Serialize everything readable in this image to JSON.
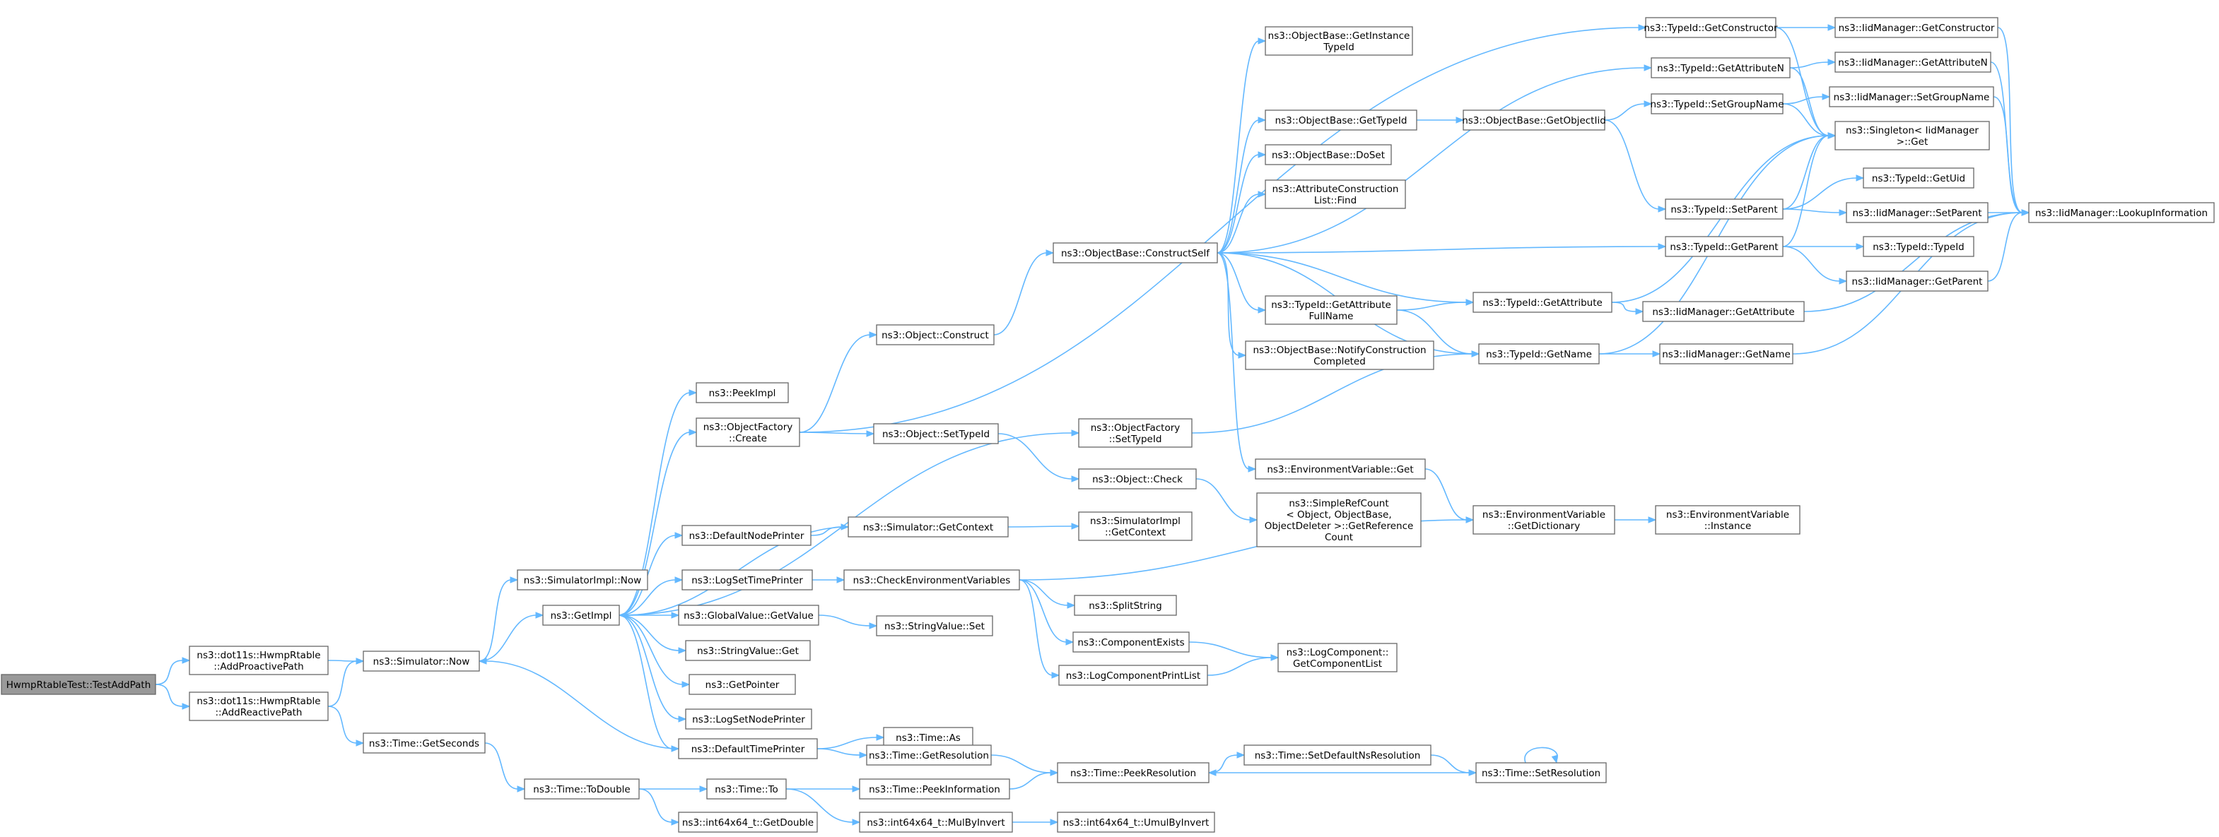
{
  "colors": {
    "edge": "#63b8ff",
    "node_border": "#666666",
    "root_fill": "#999999",
    "background": "#ffffff"
  },
  "nodes": [
    {
      "id": "n0",
      "lines": [
        "HwmpRtableTest::TestAddPath"
      ],
      "root": true
    },
    {
      "id": "n1",
      "lines": [
        "ns3::dot11s::HwmpRtable",
        "::AddProactivePath"
      ]
    },
    {
      "id": "n2",
      "lines": [
        "ns3::dot11s::HwmpRtable",
        "::AddReactivePath"
      ]
    },
    {
      "id": "n3",
      "lines": [
        "ns3::Simulator::Now"
      ]
    },
    {
      "id": "n4",
      "lines": [
        "ns3::Time::GetSeconds"
      ]
    },
    {
      "id": "n5",
      "lines": [
        "ns3::SimulatorImpl::Now"
      ]
    },
    {
      "id": "n6",
      "lines": [
        "ns3::GetImpl"
      ]
    },
    {
      "id": "n7",
      "lines": [
        "ns3::Time::ToDouble"
      ]
    },
    {
      "id": "n8",
      "lines": [
        "ns3::Time::To"
      ]
    },
    {
      "id": "n9",
      "lines": [
        "ns3::int64x64_t::GetDouble"
      ]
    },
    {
      "id": "n10",
      "lines": [
        "ns3::PeekImpl"
      ]
    },
    {
      "id": "n11",
      "lines": [
        "ns3::ObjectFactory",
        "::Create"
      ]
    },
    {
      "id": "n12",
      "lines": [
        "ns3::DefaultNodePrinter"
      ]
    },
    {
      "id": "n13",
      "lines": [
        "ns3::LogSetTimePrinter"
      ]
    },
    {
      "id": "n14",
      "lines": [
        "ns3::GlobalValue::GetValue"
      ]
    },
    {
      "id": "n15",
      "lines": [
        "ns3::StringValue::Get"
      ]
    },
    {
      "id": "n16",
      "lines": [
        "ns3::GetPointer"
      ]
    },
    {
      "id": "n17",
      "lines": [
        "ns3::LogSetNodePrinter"
      ]
    },
    {
      "id": "n18",
      "lines": [
        "ns3::DefaultTimePrinter"
      ]
    },
    {
      "id": "n19",
      "lines": [
        "ns3::Object::Construct"
      ]
    },
    {
      "id": "n20",
      "lines": [
        "ns3::Object::SetTypeId"
      ]
    },
    {
      "id": "n21",
      "lines": [
        "ns3::Simulator::GetContext"
      ]
    },
    {
      "id": "n22",
      "lines": [
        "ns3::CheckEnvironmentVariables"
      ]
    },
    {
      "id": "n23",
      "lines": [
        "ns3::StringValue::Set"
      ]
    },
    {
      "id": "n24",
      "lines": [
        "ns3::Time::As"
      ]
    },
    {
      "id": "n25",
      "lines": [
        "ns3::Time::GetResolution"
      ]
    },
    {
      "id": "n26",
      "lines": [
        "ns3::Time::PeekInformation"
      ]
    },
    {
      "id": "n27",
      "lines": [
        "ns3::int64x64_t::MulByInvert"
      ]
    },
    {
      "id": "n28",
      "lines": [
        "ns3::ObjectBase::ConstructSelf"
      ]
    },
    {
      "id": "n29",
      "lines": [
        "ns3::ObjectFactory",
        "::SetTypeId"
      ]
    },
    {
      "id": "n30",
      "lines": [
        "ns3::Object::Check"
      ]
    },
    {
      "id": "n31",
      "lines": [
        "ns3::SimulatorImpl",
        "::GetContext"
      ]
    },
    {
      "id": "n32",
      "lines": [
        "ns3::SplitString"
      ]
    },
    {
      "id": "n33",
      "lines": [
        "ns3::ComponentExists"
      ]
    },
    {
      "id": "n34",
      "lines": [
        "ns3::LogComponentPrintList"
      ]
    },
    {
      "id": "n35",
      "lines": [
        "ns3::Time::PeekResolution"
      ]
    },
    {
      "id": "n36",
      "lines": [
        "ns3::int64x64_t::UmulByInvert"
      ]
    },
    {
      "id": "n37",
      "lines": [
        "ns3::ObjectBase::GetInstance",
        "TypeId"
      ]
    },
    {
      "id": "n38",
      "lines": [
        "ns3::ObjectBase::GetTypeId"
      ]
    },
    {
      "id": "n39",
      "lines": [
        "ns3::ObjectBase::DoSet"
      ]
    },
    {
      "id": "n40",
      "lines": [
        "ns3::AttributeConstruction",
        "List::Find"
      ]
    },
    {
      "id": "n41",
      "lines": [
        "ns3::TypeId::GetAttribute",
        "FullName"
      ]
    },
    {
      "id": "n42",
      "lines": [
        "ns3::ObjectBase::NotifyConstruction",
        "Completed"
      ]
    },
    {
      "id": "n43",
      "lines": [
        "ns3::EnvironmentVariable::Get"
      ]
    },
    {
      "id": "n44",
      "lines": [
        "ns3::SimpleRefCount",
        "< Object, ObjectBase,",
        " ObjectDeleter >::GetReference",
        "Count"
      ]
    },
    {
      "id": "n45",
      "lines": [
        "ns3::LogComponent::",
        "GetComponentList"
      ]
    },
    {
      "id": "n46",
      "lines": [
        "ns3::Time::SetDefaultNsResolution"
      ]
    },
    {
      "id": "n47",
      "lines": [
        "ns3::ObjectBase::GetObjectIid"
      ]
    },
    {
      "id": "n48",
      "lines": [
        "ns3::TypeId::GetAttribute"
      ]
    },
    {
      "id": "n49",
      "lines": [
        "ns3::TypeId::GetName"
      ]
    },
    {
      "id": "n50",
      "lines": [
        "ns3::EnvironmentVariable",
        "::GetDictionary"
      ]
    },
    {
      "id": "n51",
      "lines": [
        "ns3::Time::SetResolution"
      ]
    },
    {
      "id": "n52",
      "lines": [
        "ns3::TypeId::GetConstructor"
      ]
    },
    {
      "id": "n53",
      "lines": [
        "ns3::TypeId::GetAttributeN"
      ]
    },
    {
      "id": "n54",
      "lines": [
        "ns3::TypeId::SetGroupName"
      ]
    },
    {
      "id": "n55",
      "lines": [
        "ns3::TypeId::SetParent"
      ]
    },
    {
      "id": "n56",
      "lines": [
        "ns3::TypeId::GetParent"
      ]
    },
    {
      "id": "n57",
      "lines": [
        "ns3::IidManager::GetAttribute"
      ]
    },
    {
      "id": "n58",
      "lines": [
        "ns3::IidManager::GetName"
      ]
    },
    {
      "id": "n59",
      "lines": [
        "ns3::EnvironmentVariable",
        "::Instance"
      ]
    },
    {
      "id": "n60",
      "lines": [
        "ns3::IidManager::GetConstructor"
      ]
    },
    {
      "id": "n61",
      "lines": [
        "ns3::IidManager::GetAttributeN"
      ]
    },
    {
      "id": "n62",
      "lines": [
        "ns3::IidManager::SetGroupName"
      ]
    },
    {
      "id": "n63",
      "lines": [
        "ns3::Singleton< IidManager",
        " >::Get"
      ]
    },
    {
      "id": "n64",
      "lines": [
        "ns3::TypeId::GetUid"
      ]
    },
    {
      "id": "n65",
      "lines": [
        "ns3::IidManager::SetParent"
      ]
    },
    {
      "id": "n66",
      "lines": [
        "ns3::TypeId::TypeId"
      ]
    },
    {
      "id": "n67",
      "lines": [
        "ns3::IidManager::GetParent"
      ]
    },
    {
      "id": "n68",
      "lines": [
        "ns3::IidManager::LookupInformation"
      ]
    }
  ],
  "edges": [
    [
      "n0",
      "n1"
    ],
    [
      "n0",
      "n2"
    ],
    [
      "n1",
      "n3"
    ],
    [
      "n2",
      "n3"
    ],
    [
      "n2",
      "n4"
    ],
    [
      "n3",
      "n5"
    ],
    [
      "n3",
      "n6"
    ],
    [
      "n4",
      "n7"
    ],
    [
      "n7",
      "n8"
    ],
    [
      "n7",
      "n9"
    ],
    [
      "n6",
      "n10"
    ],
    [
      "n6",
      "n11"
    ],
    [
      "n6",
      "n12"
    ],
    [
      "n6",
      "n13"
    ],
    [
      "n6",
      "n14"
    ],
    [
      "n6",
      "n15"
    ],
    [
      "n6",
      "n16"
    ],
    [
      "n6",
      "n17"
    ],
    [
      "n6",
      "n18"
    ],
    [
      "n6",
      "n29"
    ],
    [
      "n11",
      "n19"
    ],
    [
      "n11",
      "n20"
    ],
    [
      "n11",
      "n52"
    ],
    [
      "n12",
      "n21"
    ],
    [
      "n13",
      "n22"
    ],
    [
      "n14",
      "n23"
    ],
    [
      "n18",
      "n3"
    ],
    [
      "n18",
      "n24"
    ],
    [
      "n18",
      "n25"
    ],
    [
      "n8",
      "n26"
    ],
    [
      "n8",
      "n27"
    ],
    [
      "n19",
      "n28"
    ],
    [
      "n20",
      "n30"
    ],
    [
      "n21",
      "n31"
    ],
    [
      "n21",
      "n6"
    ],
    [
      "n22",
      "n32"
    ],
    [
      "n22",
      "n33"
    ],
    [
      "n22",
      "n34"
    ],
    [
      "n22",
      "n50"
    ],
    [
      "n25",
      "n35"
    ],
    [
      "n26",
      "n35"
    ],
    [
      "n27",
      "n36"
    ],
    [
      "n28",
      "n37"
    ],
    [
      "n28",
      "n38"
    ],
    [
      "n28",
      "n39"
    ],
    [
      "n28",
      "n40"
    ],
    [
      "n28",
      "n41"
    ],
    [
      "n28",
      "n42"
    ],
    [
      "n28",
      "n43"
    ],
    [
      "n28",
      "n48"
    ],
    [
      "n28",
      "n49"
    ],
    [
      "n28",
      "n53"
    ],
    [
      "n28",
      "n56"
    ],
    [
      "n29",
      "n49"
    ],
    [
      "n30",
      "n44"
    ],
    [
      "n33",
      "n45"
    ],
    [
      "n34",
      "n45"
    ],
    [
      "n35",
      "n46"
    ],
    [
      "n46",
      "n51"
    ],
    [
      "n51",
      "n35"
    ],
    [
      "n51",
      "n51"
    ],
    [
      "n38",
      "n47"
    ],
    [
      "n47",
      "n54"
    ],
    [
      "n47",
      "n55"
    ],
    [
      "n41",
      "n48"
    ],
    [
      "n41",
      "n49"
    ],
    [
      "n43",
      "n50"
    ],
    [
      "n50",
      "n59"
    ],
    [
      "n48",
      "n57"
    ],
    [
      "n48",
      "n63"
    ],
    [
      "n49",
      "n58"
    ],
    [
      "n49",
      "n63"
    ],
    [
      "n52",
      "n60"
    ],
    [
      "n52",
      "n63"
    ],
    [
      "n53",
      "n61"
    ],
    [
      "n53",
      "n63"
    ],
    [
      "n54",
      "n62"
    ],
    [
      "n54",
      "n63"
    ],
    [
      "n55",
      "n63"
    ],
    [
      "n55",
      "n64"
    ],
    [
      "n55",
      "n65"
    ],
    [
      "n56",
      "n63"
    ],
    [
      "n56",
      "n66"
    ],
    [
      "n56",
      "n67"
    ],
    [
      "n57",
      "n68"
    ],
    [
      "n58",
      "n68"
    ],
    [
      "n60",
      "n68"
    ],
    [
      "n61",
      "n68"
    ],
    [
      "n62",
      "n68"
    ],
    [
      "n65",
      "n68"
    ],
    [
      "n67",
      "n68"
    ]
  ]
}
